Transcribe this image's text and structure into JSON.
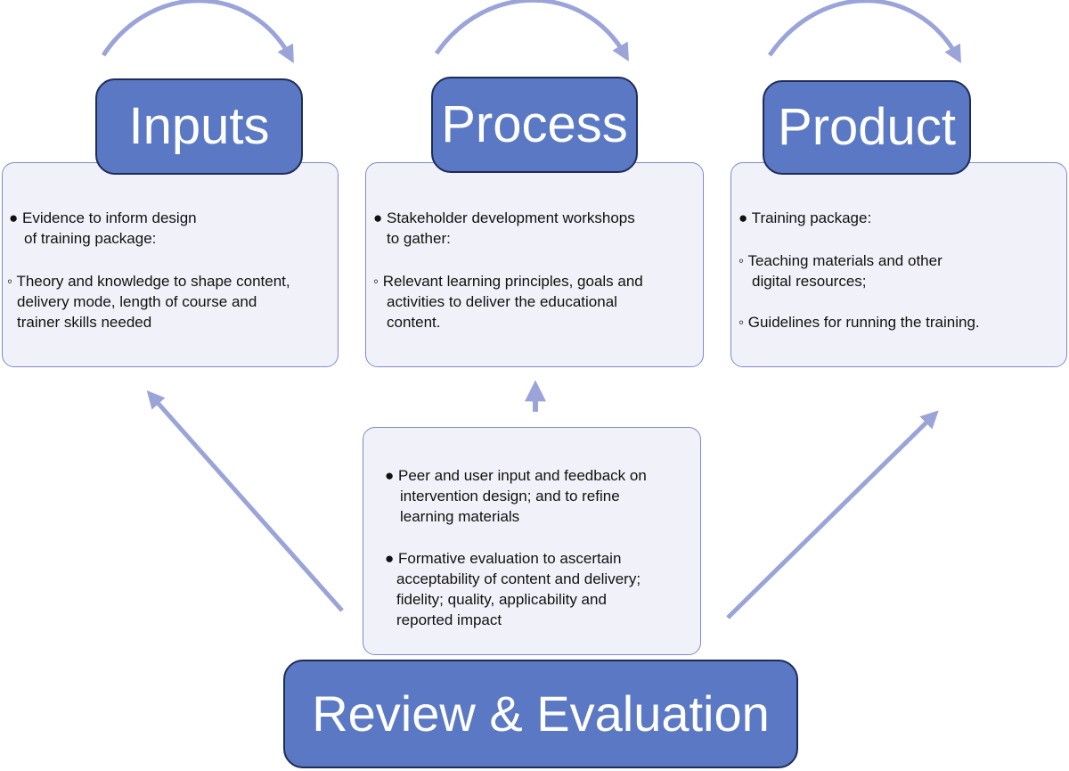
{
  "colors": {
    "title_fill": "#5a78c3",
    "title_border": "#1e2c57",
    "box_fill": "#f1f2f9",
    "box_border": "#7f8ac8",
    "arrow": "#9aa4d8"
  },
  "inputs": {
    "title": "Inputs",
    "line1": "● Evidence to inform design",
    "line2": "of training package:",
    "line3": "◦ Theory and knowledge to shape content,",
    "line4": "delivery mode, length of course and",
    "line5": "trainer skills needed"
  },
  "process": {
    "title": "Process",
    "line1": "● Stakeholder development workshops",
    "line2": "to gather:",
    "line3": "◦ Relevant learning principles, goals and",
    "line4": "activities to deliver the educational",
    "line5": "content."
  },
  "product": {
    "title": "Product",
    "line1": "● Training package:",
    "line2": "◦ Teaching materials and other",
    "line3": "digital resources;",
    "line4": "◦ Guidelines for running the training."
  },
  "review": {
    "title": "Review & Evaluation",
    "line1": "● Peer and user input and feedback on",
    "line2": "intervention design; and to refine",
    "line3": "learning materials",
    "line4": "● Formative evaluation to ascertain",
    "line5": "acceptability of content and delivery;",
    "line6": "fidelity; quality, applicability and",
    "line7": "reported impact"
  }
}
